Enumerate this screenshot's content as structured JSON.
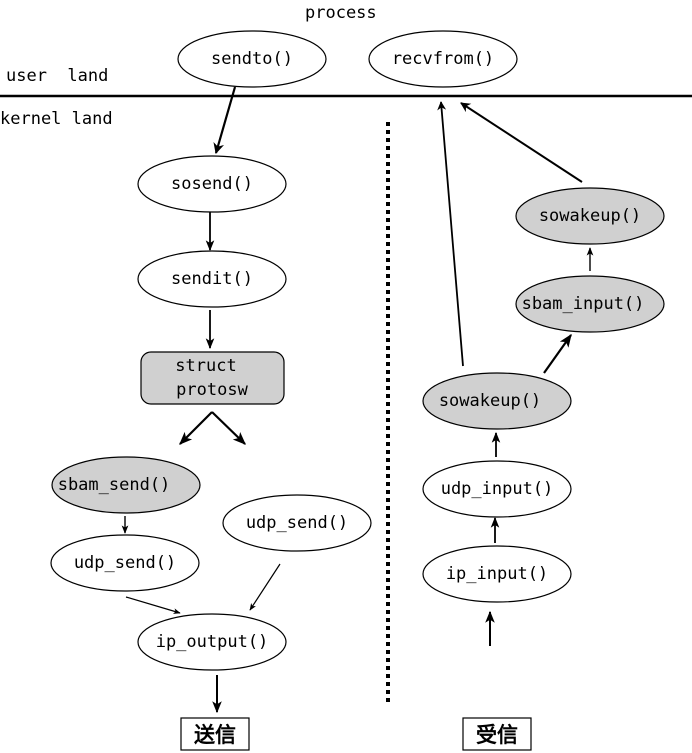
{
  "labels": {
    "process": "process",
    "user_land": "user  land",
    "kernel_land": "kernel land"
  },
  "colors": {
    "highlight_fill": "#d0d0d0",
    "normal_fill": "#ffffff",
    "line": "#000000"
  },
  "nodes": {
    "sendto": {
      "label": "sendto()",
      "highlighted": false
    },
    "recvfrom": {
      "label": "recvfrom()",
      "highlighted": false
    },
    "sosend": {
      "label": "sosend()",
      "highlighted": false
    },
    "sendit": {
      "label": "sendit()",
      "highlighted": false
    },
    "protosw": {
      "line1": "struct",
      "line2": "protosw",
      "highlighted": true
    },
    "sbam_send": {
      "label": "sbam_send()",
      "highlighted": true
    },
    "udp_send_left": {
      "label": "udp_send()",
      "highlighted": false
    },
    "udp_send_right": {
      "label": "udp_send()",
      "highlighted": false
    },
    "ip_output": {
      "label": "ip_output()",
      "highlighted": false
    },
    "sowakeup_top": {
      "label": "sowakeup()",
      "highlighted": true
    },
    "sbam_input": {
      "label": "sbam_input()",
      "highlighted": true
    },
    "sowakeup_bottom": {
      "label": "sowakeup()",
      "highlighted": true
    },
    "udp_input": {
      "label": "udp_input()",
      "highlighted": false
    },
    "ip_input": {
      "label": "ip_input()",
      "highlighted": false
    }
  },
  "edges": [
    {
      "from": "sendto",
      "to": "sosend"
    },
    {
      "from": "sosend",
      "to": "sendit"
    },
    {
      "from": "sendit",
      "to": "protosw"
    },
    {
      "from": "protosw",
      "to": "sbam_send"
    },
    {
      "from": "protosw",
      "to": "udp_send_right"
    },
    {
      "from": "sbam_send",
      "to": "udp_send_left"
    },
    {
      "from": "udp_send_left",
      "to": "ip_output"
    },
    {
      "from": "udp_send_right",
      "to": "ip_output"
    },
    {
      "from": "ip_output",
      "to": "send"
    },
    {
      "from": "network",
      "to": "ip_input"
    },
    {
      "from": "ip_input",
      "to": "udp_input"
    },
    {
      "from": "udp_input",
      "to": "sowakeup_bottom"
    },
    {
      "from": "sowakeup_bottom",
      "to": "sbam_input"
    },
    {
      "from": "sbam_input",
      "to": "sowakeup_top"
    },
    {
      "from": "sowakeup_bottom",
      "to": "recvfrom"
    },
    {
      "from": "sowakeup_top",
      "to": "recvfrom"
    }
  ],
  "footer": {
    "send": "送信",
    "receive": "受信"
  }
}
